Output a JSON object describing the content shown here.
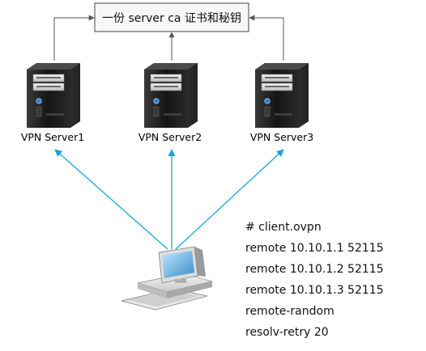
{
  "cert_box": {
    "label": "一份 server ca 证书和秘钥"
  },
  "servers": [
    {
      "label": "VPN Server1"
    },
    {
      "label": "VPN Server2"
    },
    {
      "label": "VPN Server3"
    }
  ],
  "client_config": {
    "lines": [
      "# client.ovpn",
      "remote 10.10.1.1 52115",
      "remote 10.10.1.2 52115",
      "remote 10.10.1.3 52115",
      "remote-random",
      "resolv-retry 20"
    ]
  },
  "colors": {
    "client_arrow": "#1aa3d9",
    "box_arrow": "#555555",
    "box_border": "#444444",
    "server_body": "#1e1e1e",
    "server_panel": "#d9d9d9"
  },
  "icons": [
    "server-icon",
    "desktop-computer-icon"
  ]
}
